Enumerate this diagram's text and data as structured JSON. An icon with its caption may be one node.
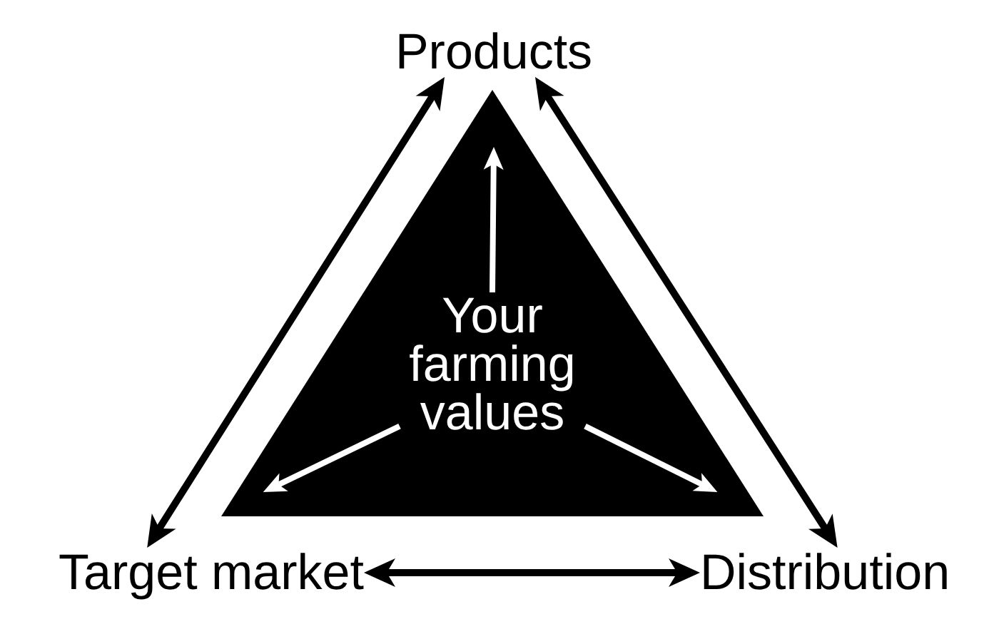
{
  "diagram": {
    "nodes": [
      {
        "text": [
          "Products"
        ]
      },
      {
        "text": [
          "Your farming values"
        ]
      },
      {
        "text": [
          "Target market"
        ]
      },
      {
        "text": [
          "Distribution"
        ]
      }
    ],
    "edges": [
      {
        "from": 0,
        "to": 2,
        "arrow": "both"
      },
      {
        "from": 0,
        "to": 3,
        "arrow": "both"
      },
      {
        "from": 1,
        "to": 0,
        "arrow": "to",
        "color": "#ffffff"
      },
      {
        "from": 1,
        "to": 2,
        "arrow": "to",
        "color": "#ffffff"
      },
      {
        "from": 1,
        "to": 3,
        "arrow": "to",
        "color": "#ffffff"
      },
      {
        "from": 2,
        "to": 3,
        "arrow": "both"
      }
    ]
  }
}
